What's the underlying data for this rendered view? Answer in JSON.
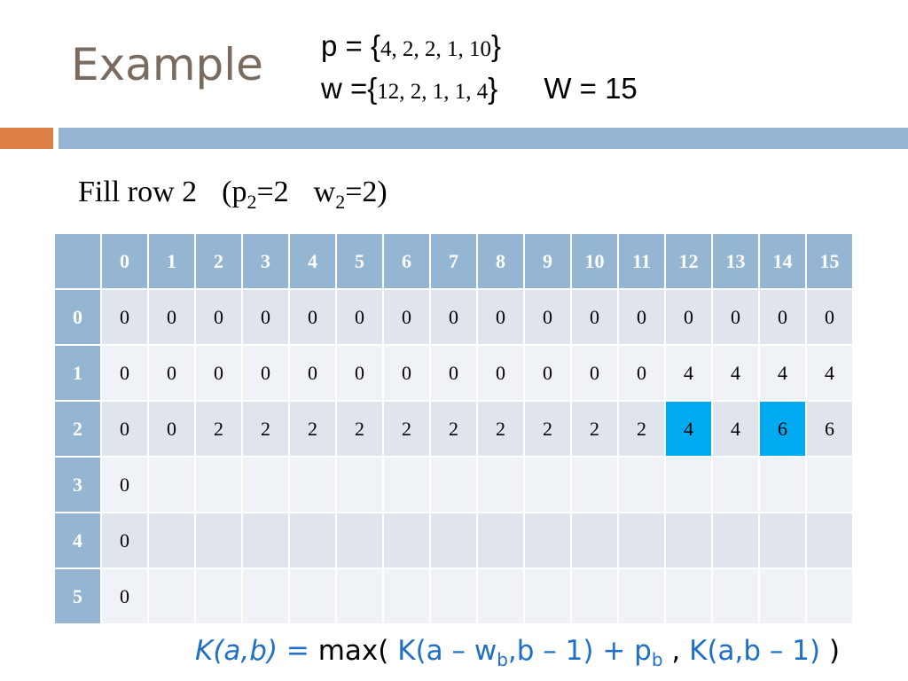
{
  "slide": {
    "title": "Example",
    "p_prefix": "p = {",
    "p_values": "4, 2, 2, 1, 10",
    "p_suffix": "}",
    "w_prefix": "w ={",
    "w_values": "12, 2, 1, 1, 4",
    "w_suffix": "}",
    "capacity": "W = 15",
    "subtitle_text": "Fill row 2",
    "subtitle_p": "(p",
    "subtitle_p_sub": "2",
    "subtitle_p_val": "=2",
    "subtitle_w": "w",
    "subtitle_w_sub": "2",
    "subtitle_w_val": "=2)"
  },
  "table": {
    "columns": [
      "0",
      "1",
      "2",
      "3",
      "4",
      "5",
      "6",
      "7",
      "8",
      "9",
      "10",
      "11",
      "12",
      "13",
      "14",
      "15"
    ],
    "rows": [
      {
        "label": "0",
        "cells": [
          "0",
          "0",
          "0",
          "0",
          "0",
          "0",
          "0",
          "0",
          "0",
          "0",
          "0",
          "0",
          "0",
          "0",
          "0",
          "0"
        ]
      },
      {
        "label": "1",
        "cells": [
          "0",
          "0",
          "0",
          "0",
          "0",
          "0",
          "0",
          "0",
          "0",
          "0",
          "0",
          "0",
          "4",
          "4",
          "4",
          "4"
        ]
      },
      {
        "label": "2",
        "cells": [
          "0",
          "0",
          "2",
          "2",
          "2",
          "2",
          "2",
          "2",
          "2",
          "2",
          "2",
          "2",
          "4",
          "4",
          "6",
          "6"
        ]
      },
      {
        "label": "3",
        "cells": [
          "0",
          "",
          "",
          "",
          "",
          "",
          "",
          "",
          "",
          "",
          "",
          "",
          "",
          "",
          "",
          ""
        ]
      },
      {
        "label": "4",
        "cells": [
          "0",
          "",
          "",
          "",
          "",
          "",
          "",
          "",
          "",
          "",
          "",
          "",
          "",
          "",
          "",
          ""
        ]
      },
      {
        "label": "5",
        "cells": [
          "0",
          "",
          "",
          "",
          "",
          "",
          "",
          "",
          "",
          "",
          "",
          "",
          "",
          "",
          "",
          ""
        ]
      }
    ],
    "highlighted_cells": [
      [
        2,
        12
      ],
      [
        2,
        14
      ]
    ],
    "highlight_color": "#00aaf0",
    "header_color": "#94b6d2"
  },
  "formula": {
    "lhs": "K(a,b)",
    "eq": " = ",
    "max_open": "max( ",
    "term1": "K(a – w",
    "term1_sub": "b",
    "term1_rest": ",b – 1) + p",
    "term1_p_sub": "b",
    "comma": " ,  ",
    "term2": "K(a,b – 1)",
    "close": " )"
  }
}
